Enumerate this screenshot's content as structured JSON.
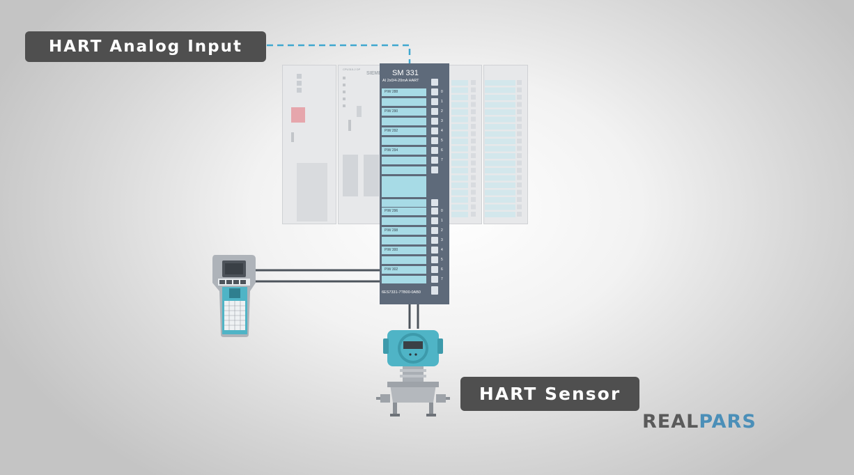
{
  "callouts": {
    "top_label": "HART Analog Input",
    "sensor_label": "HART Sensor"
  },
  "module": {
    "title": "SM 331",
    "subtitle": "AI 2x0/4-20mA HART",
    "order_number": "6ES7331-7TB00-0AB0",
    "slots_top": [
      "PIW 288",
      "PIW 290",
      "PIW 292",
      "PIW 294"
    ],
    "slots_bottom": [
      "PIW 296",
      "PIW 298",
      "PIW 300",
      "PIW 302"
    ],
    "channels_top": [
      "0",
      "1",
      "2",
      "3",
      "4",
      "5",
      "6",
      "7"
    ],
    "channels_bottom": [
      "0",
      "1",
      "2",
      "3",
      "4",
      "5",
      "6",
      "7"
    ]
  },
  "cpu": {
    "brand": "SIEMENS",
    "model": "CPU315-2 DP"
  },
  "brand": {
    "part1": "REAL",
    "part2": "PARS"
  },
  "colors": {
    "callout_bg": "#4f4f4f",
    "module_body": "#5e6a7a",
    "slot_fill": "#a7dbe6",
    "dashed_line": "#3fa7cf",
    "device_teal": "#4fb4c6",
    "brand_blue": "#4b8fb8"
  }
}
